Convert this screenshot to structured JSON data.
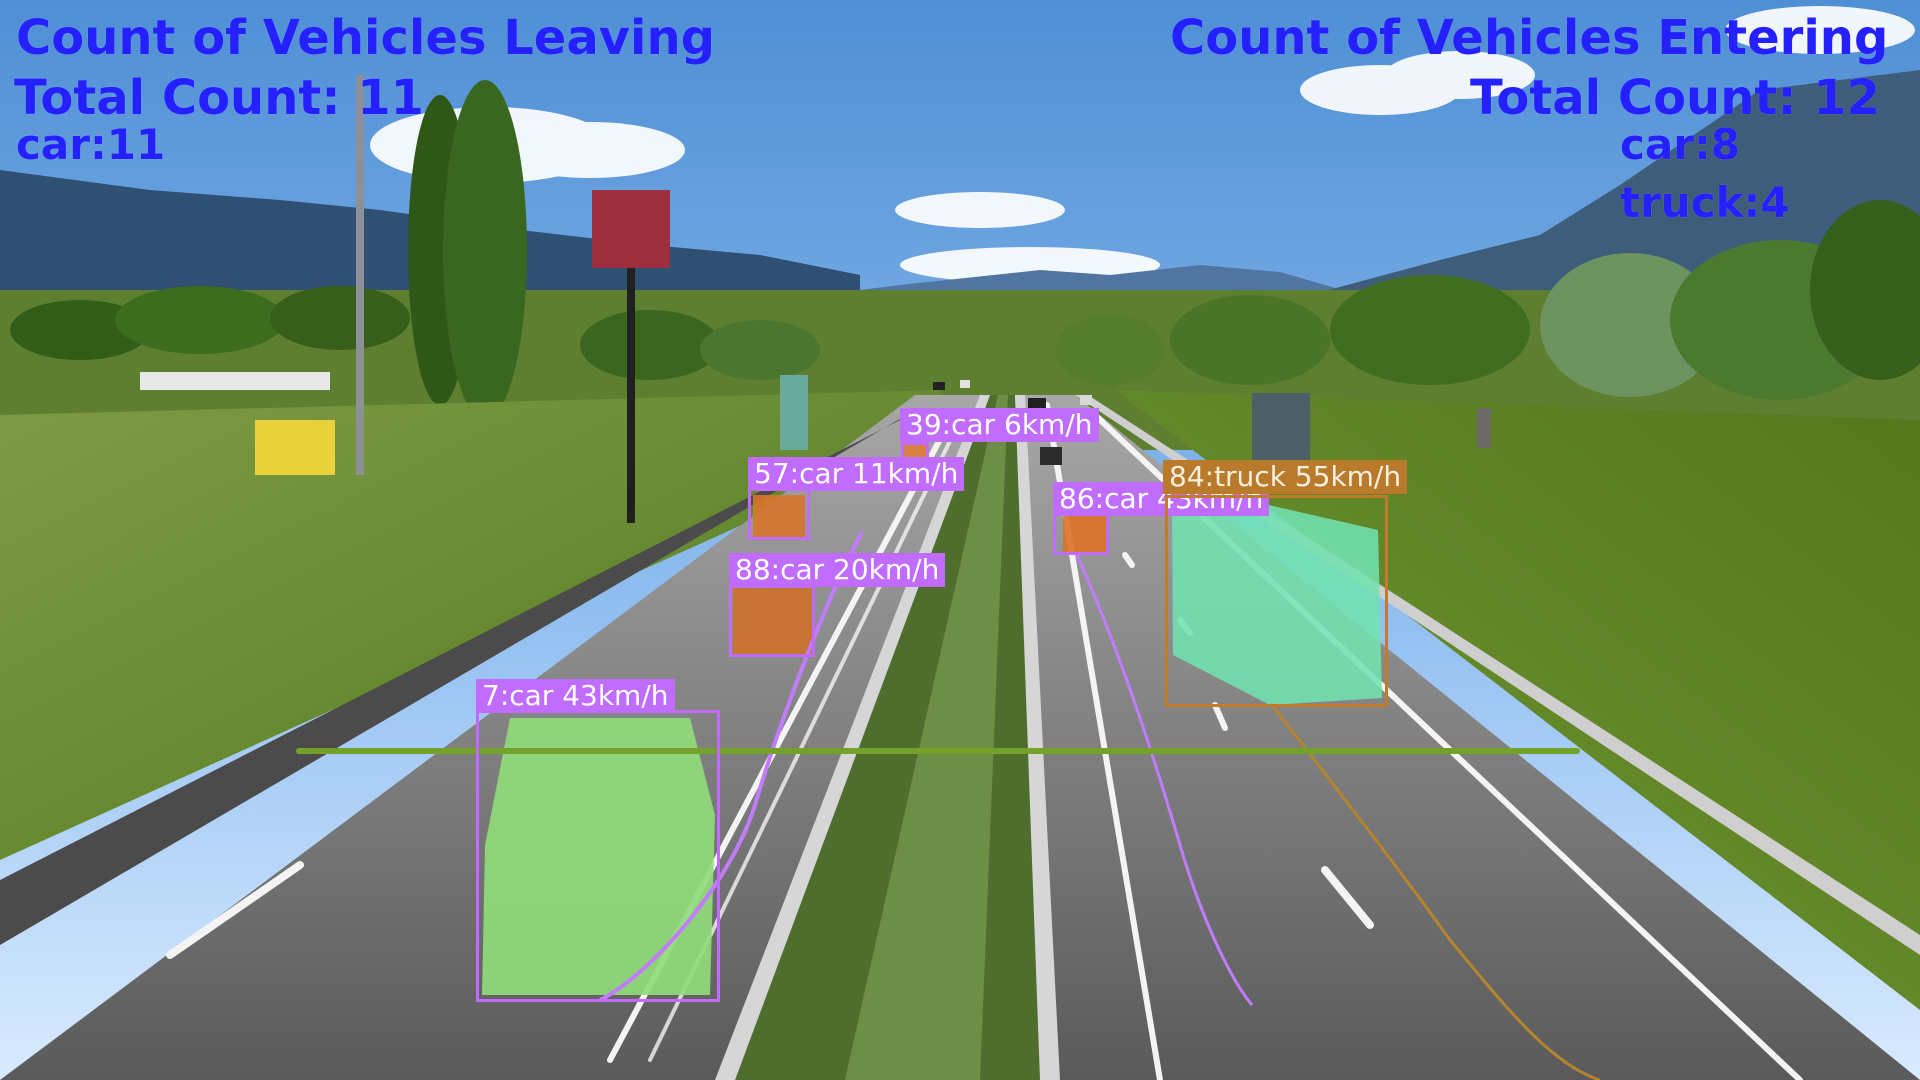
{
  "overlay": {
    "leaving": {
      "title": "Count  of Vehicles Leaving",
      "total": "Total Count: 11",
      "rows": [
        "car:11"
      ]
    },
    "entering": {
      "title": "Count   of Vehicles Entering",
      "total": "Total Count: 12",
      "rows": [
        "car:8",
        "truck:4"
      ]
    }
  },
  "detections": [
    {
      "id": "7",
      "class": "car",
      "label": "7:car 43km/h"
    },
    {
      "id": "39",
      "class": "car",
      "label": "39:car 6km/h"
    },
    {
      "id": "57",
      "class": "car",
      "label": "57:car 11km/h"
    },
    {
      "id": "88",
      "class": "car",
      "label": "88:car 20km/h"
    },
    {
      "id": "86",
      "class": "car",
      "label": "86:car 43km/h"
    },
    {
      "id": "84",
      "class": "truck",
      "label": "84:truck 55km/h"
    }
  ],
  "colors": {
    "count_text": "#2420ff",
    "car_box": "#c06cff",
    "truck_box": "#c47a2d",
    "counting_line": "#74a12a"
  }
}
